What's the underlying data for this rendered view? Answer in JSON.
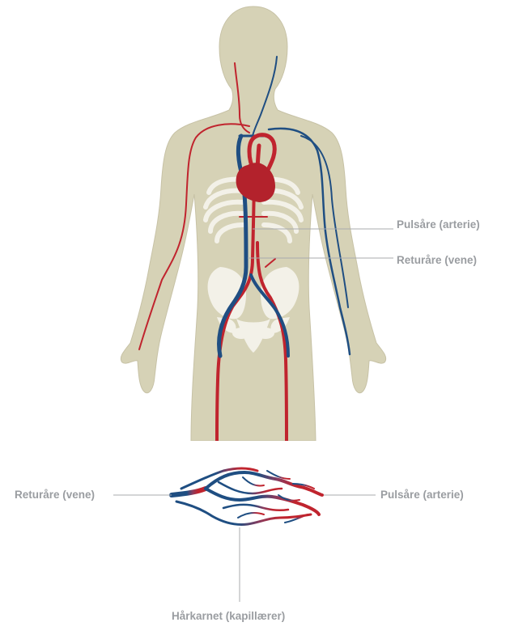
{
  "body_diagram": {
    "artery_label": "Pulsåre (arterie)",
    "vein_label": "Returåre (vene)"
  },
  "capillary_diagram": {
    "vein_label": "Returåre (vene)",
    "artery_label": "Pulsåre (arterie)",
    "capillary_label": "Hårkarnet (kapillærer)"
  },
  "colors": {
    "artery": "#c0242e",
    "vein": "#1f4e82",
    "skin": "#d6d2b6",
    "skin_outline": "#bdb898",
    "bone": "#f3f1e8",
    "heart": "#b3222c",
    "leader_line": "#a8abae",
    "label_text": "#9a9da1"
  }
}
